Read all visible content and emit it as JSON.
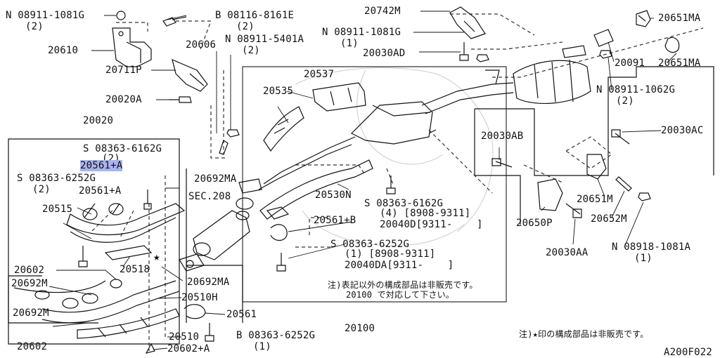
{
  "diagram": {
    "labels": {
      "l01": "N 08911-1081G",
      "l02": "(2)",
      "l03": "B 08116-8161E",
      "l04": "(2)",
      "l05": "20610",
      "l06": "20711P",
      "l07": "20606",
      "l08": "N 08911-5401A",
      "l09": "(2)",
      "l10": "20020A",
      "l11": "20020",
      "l12": "S 08363-6162G",
      "l13": "(2)",
      "l14": "20561+A",
      "l15": "S 08363-6252G",
      "l16": "(2)",
      "l17": "20561+A",
      "l18": "20515",
      "l19": "20518",
      "l20": "20602",
      "l21": "20692M",
      "l22": "20692M",
      "l23": "20602",
      "l24": "20692MA",
      "l25": "SEC.208",
      "l26": "20692MA",
      "l27": "20510H",
      "l28": "20561",
      "l29": "20510",
      "l30": "20602+A",
      "l31": "B 08363-6252G",
      "l32": "(1)",
      "l33": "20742M",
      "l34": "N 08911-1081G",
      "l35": "(1)",
      "l36": "20030AD",
      "l37": "20537",
      "l38": "20535",
      "l39": "20530N",
      "l40": "S 08363-6162G",
      "l41": "(4) [8908-9311]",
      "l42": "20040D[9311-    ]",
      "l43": "20561+B",
      "l44": "S 08363-6252G",
      "l45": "(1) [8908-9311]",
      "l46": "20040DA[9311-    ]",
      "l47": "注)表記以外の構成部品は非販売です。",
      "l48": "20100 で対応して下さい。",
      "l49": "20100",
      "l50": "20651MA",
      "l51": "20091",
      "l52": "20651MA",
      "l53": "N 08911-1062G",
      "l54": "(2)",
      "l55": "20030AB",
      "l56": "20030AC",
      "l57": "20651M",
      "l58": "20650P",
      "l59": "20652M",
      "l60": "20030AA",
      "l61": "N 08918-1081A",
      "l62": "(1)",
      "l63": "注)★印の構成部品は非販売です。",
      "l64": "A200F022"
    },
    "star_symbol": "★",
    "highlight_color": "#a8b4ee"
  }
}
